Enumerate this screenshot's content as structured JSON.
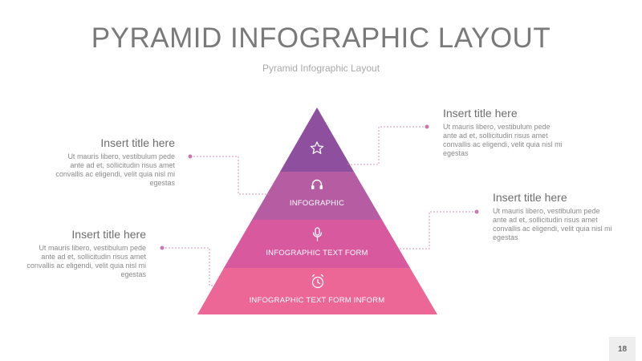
{
  "header": {
    "title": "PYRAMID INFOGRAPHIC LAYOUT",
    "subtitle": "Pyramid Infographic Layout"
  },
  "pyramid": {
    "tiers": [
      {
        "label": "",
        "color": "#8e4f9e",
        "icon": "star-icon"
      },
      {
        "label": "INFOGRAPHIC",
        "color": "#b55ca3",
        "icon": "headphones-icon"
      },
      {
        "label": "INFOGRAPHIC TEXT FORM",
        "color": "#d9599f",
        "icon": "microphone-icon"
      },
      {
        "label": "INFOGRAPHIC TEXT FORM INFORM",
        "color": "#ec6696",
        "icon": "alarm-clock-icon"
      }
    ]
  },
  "callouts": {
    "top_right": {
      "title": "Insert title here",
      "body": "Ut mauris libero, vestibulum pede ante ad et, sollicitudin risus amet convallis ac eligendi, velit quia nisl mi egestas"
    },
    "upper_left": {
      "title": "Insert title here",
      "body": "Ut mauris libero, vestibulum pede ante ad et, sollicitudin risus amet convallis ac eligendi, velit quia nisl mi egestas"
    },
    "lower_right": {
      "title": "Insert title here",
      "body": "Ut mauris libero, vestibulum pede ante ad et, sollicitudin risus amet convallis ac eligendi, velit quia nisl mi egestas"
    },
    "lower_left": {
      "title": "Insert title here",
      "body": "Ut mauris libero, vestibulum pede ante ad et, sollicitudin risus amet convallis ac eligendi, velit quia nisl mi egestas"
    }
  },
  "connector_color": "#c77ab0",
  "page_number": "18"
}
